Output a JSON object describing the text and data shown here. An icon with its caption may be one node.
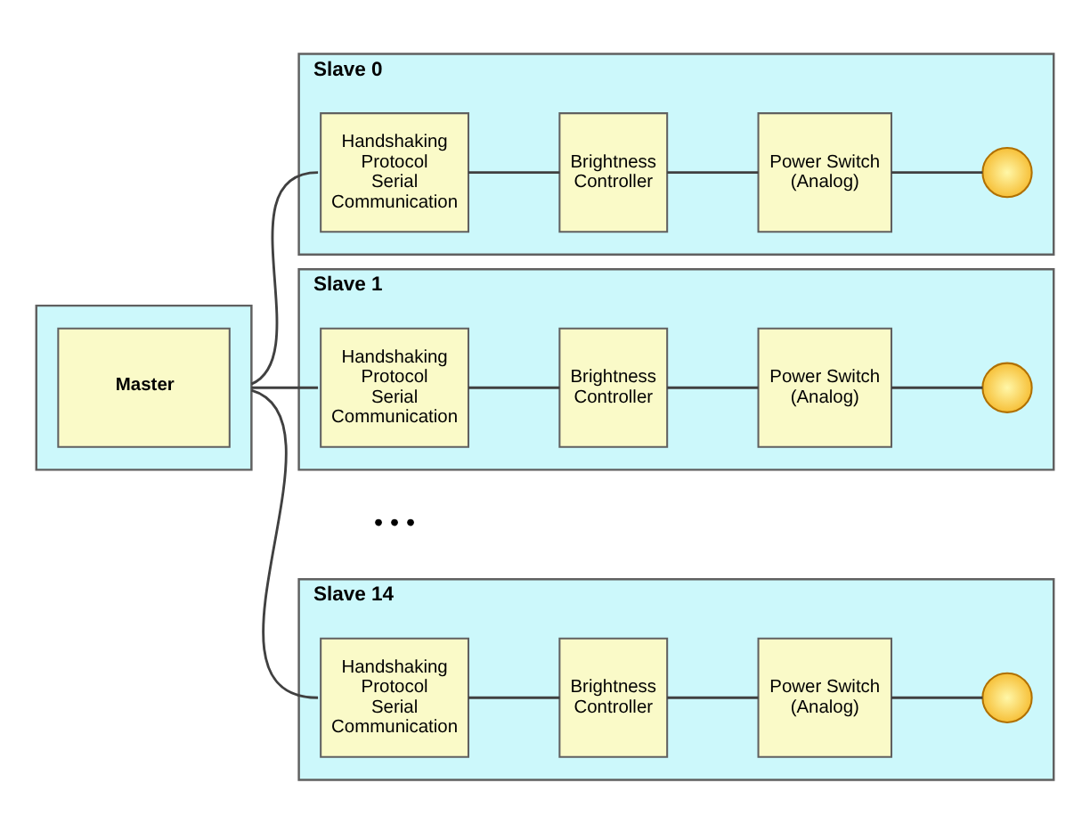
{
  "diagram": {
    "nodes": [
      {
        "text": [],
        "shape": "box"
      },
      {
        "text": [
          "Master"
        ],
        "in": 0
      },
      {
        "text": [
          "Slave 0"
        ]
      },
      {
        "text": [
          "Handshaking Protocol Serial Communication"
        ],
        "in": 2
      },
      {
        "text": [
          "Brightness Controller"
        ],
        "in": 2
      },
      {
        "text": [
          "Power Switch (Analog)"
        ],
        "in": 2
      },
      {
        "text": [],
        "shape": "picture",
        "in": 2
      },
      {
        "text": [
          "Slave 1"
        ]
      },
      {
        "text": [
          "Handshaking Protocol Serial Communication"
        ],
        "in": 7
      },
      {
        "text": [
          "Brightness Controller"
        ],
        "in": 7
      },
      {
        "text": [
          "Power Switch (Analog)"
        ],
        "in": 7
      },
      {
        "text": [],
        "shape": "picture",
        "in": 7
      },
      {
        "text": [
          "Slave 14"
        ]
      },
      {
        "text": [
          "Handshaking Protocol Serial Communication"
        ],
        "in": 12
      },
      {
        "text": [
          "Brightness Controller"
        ],
        "in": 12
      },
      {
        "text": [
          "Power Switch (Analog)"
        ],
        "in": 12
      },
      {
        "text": [],
        "shape": "picture",
        "in": 12
      }
    ],
    "edges": [
      {
        "from": 0,
        "to": 3,
        "arrow": "none"
      },
      {
        "from": 0,
        "to": 8,
        "arrow": "none"
      },
      {
        "from": 0,
        "to": 13,
        "arrow": "none"
      },
      {
        "from": 3,
        "to": 4,
        "arrow": "none"
      },
      {
        "from": 4,
        "to": 5,
        "arrow": "none"
      },
      {
        "from": 5,
        "to": 6,
        "arrow": "none"
      },
      {
        "from": 8,
        "to": 9,
        "arrow": "none"
      },
      {
        "from": 9,
        "to": 10,
        "arrow": "none"
      },
      {
        "from": 10,
        "to": 11,
        "arrow": "none"
      },
      {
        "from": 13,
        "to": 14,
        "arrow": "none"
      },
      {
        "from": 14,
        "to": 15,
        "arrow": "none"
      },
      {
        "from": 15,
        "to": 16,
        "arrow": "none"
      }
    ],
    "labels": [
      "• • •"
    ]
  }
}
